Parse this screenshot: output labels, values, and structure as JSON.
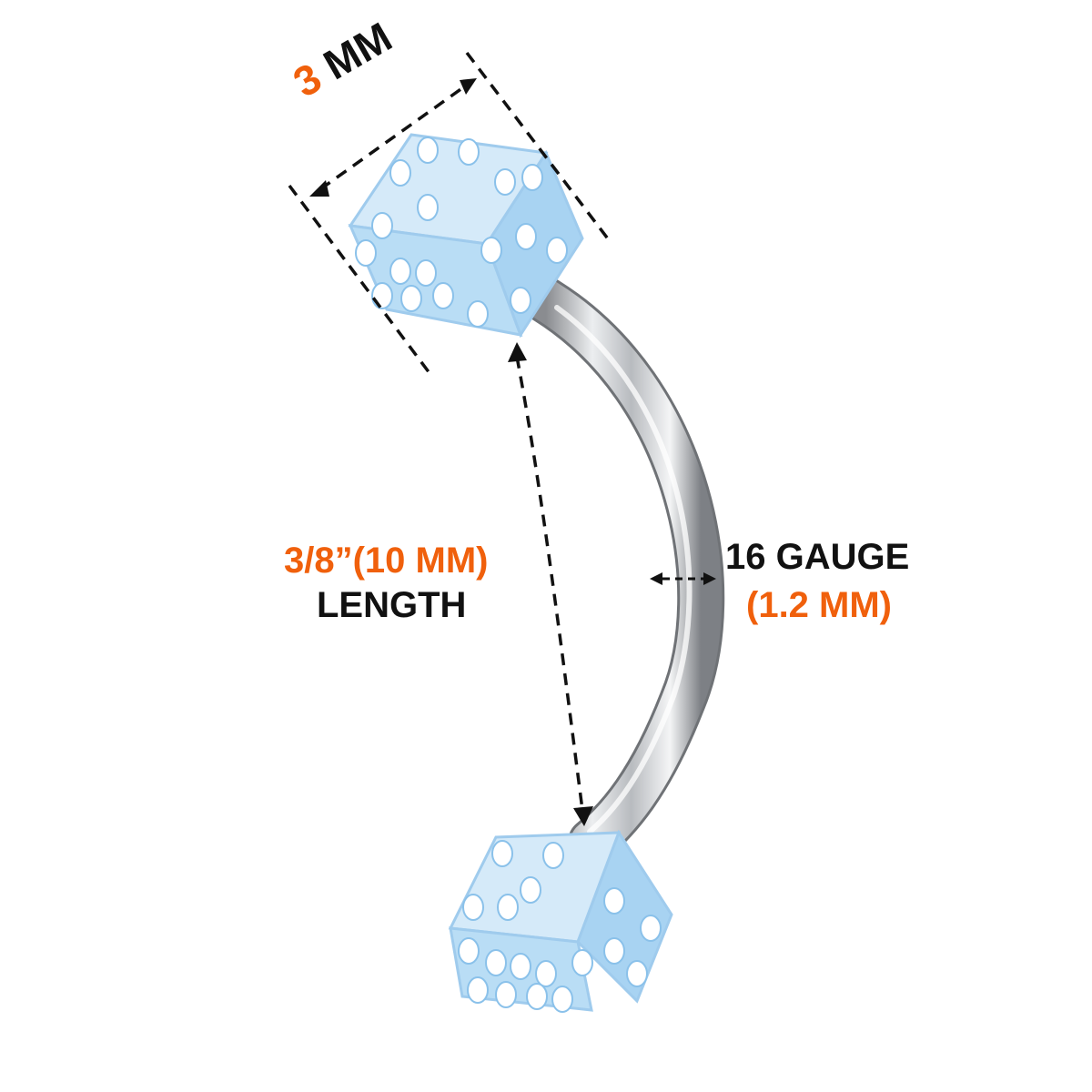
{
  "labels": {
    "ball_size_number": "3",
    "ball_size_unit": "MM",
    "length_value": "3/8”(10 MM)",
    "length_label": "LENGTH",
    "gauge_label": "16 GAUGE",
    "gauge_value": "(1.2 MM)"
  },
  "colors": {
    "accent": "#f0600c",
    "text": "#111111",
    "dice": "#a9d4f2",
    "pips": "#ffffff",
    "steel": "#c4c6c9"
  }
}
